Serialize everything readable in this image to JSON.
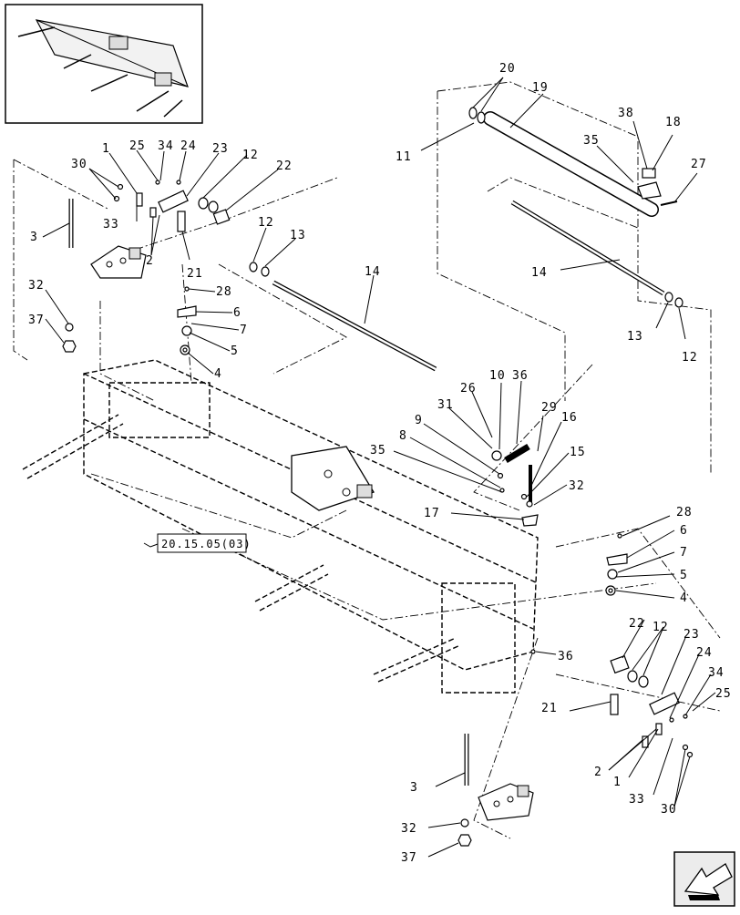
{
  "diagram": {
    "reference_box": "20.15.05(03)",
    "callouts": {
      "c1a": "1",
      "c1b": "1",
      "c2a": "2",
      "c2b": "2",
      "c3a": "3",
      "c3b": "3",
      "c4a": "4",
      "c4b": "4",
      "c5a": "5",
      "c5b": "5",
      "c6a": "6",
      "c6b": "6",
      "c7a": "7",
      "c7b": "7",
      "c8": "8",
      "c9": "9",
      "c10": "10",
      "c11": "11",
      "c12a": "12",
      "c12b": "12",
      "c12c": "12",
      "c12d": "12",
      "c13a": "13",
      "c13b": "13",
      "c14a": "14",
      "c14b": "14",
      "c15": "15",
      "c16": "16",
      "c17": "17",
      "c18": "18",
      "c19": "19",
      "c20": "20",
      "c21a": "21",
      "c21b": "21",
      "c22a": "22",
      "c22b": "22",
      "c23a": "23",
      "c23b": "23",
      "c24a": "24",
      "c24b": "24",
      "c25a": "25",
      "c25b": "25",
      "c26": "26",
      "c27": "27",
      "c28a": "28",
      "c28b": "28",
      "c29": "29",
      "c30a": "30",
      "c30b": "30",
      "c31": "31",
      "c32a": "32",
      "c32b": "32",
      "c32c": "32",
      "c33a": "33",
      "c33b": "33",
      "c34a": "34",
      "c34b": "34",
      "c35a": "35",
      "c35b": "35",
      "c36a": "36",
      "c36b": "36",
      "c37a": "37",
      "c37b": "37",
      "c38": "38"
    }
  },
  "colors": {
    "ink": "#000000",
    "paper": "#ffffff",
    "panel": "#e6e6e6"
  }
}
